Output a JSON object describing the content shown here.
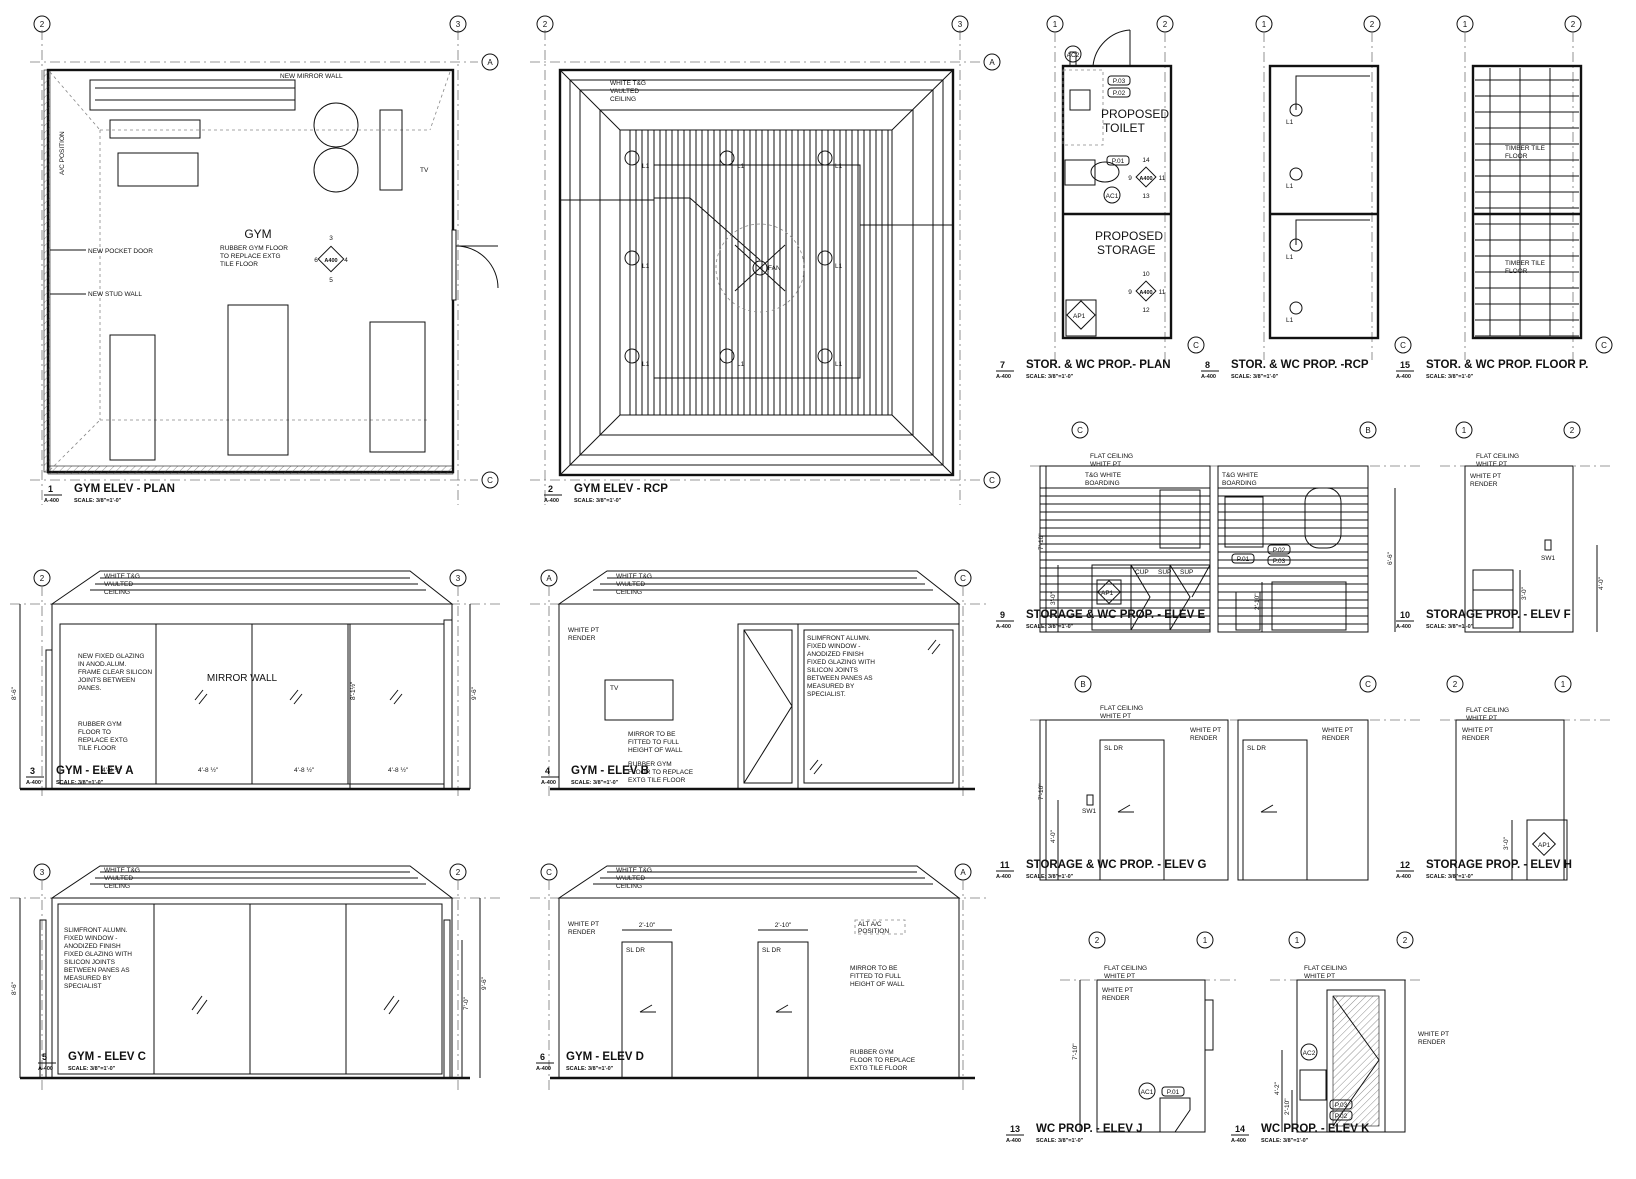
{
  "sheet_ref": "A-400",
  "views": [
    {
      "num": "1",
      "title": "GYM ELEV - PLAN",
      "scale": "SCALE: 3/8\"=1'-0\""
    },
    {
      "num": "2",
      "title": "GYM ELEV - RCP",
      "scale": "SCALE: 3/8\"=1'-0\""
    },
    {
      "num": "3",
      "title": "GYM - ELEV A",
      "scale": "SCALE: 3/8\"=1'-0\""
    },
    {
      "num": "4",
      "title": "GYM - ELEV B",
      "scale": "SCALE: 3/8\"=1'-0\""
    },
    {
      "num": "5",
      "title": "GYM - ELEV C",
      "scale": "SCALE: 3/8\"=1'-0\""
    },
    {
      "num": "6",
      "title": "GYM - ELEV D",
      "scale": "SCALE: 3/8\"=1'-0\""
    },
    {
      "num": "7",
      "title": "STOR. & WC PROP.- PLAN",
      "scale": "SCALE: 3/8\"=1'-0\""
    },
    {
      "num": "8",
      "title": "STOR. & WC PROP. -RCP",
      "scale": "SCALE: 3/8\"=1'-0\""
    },
    {
      "num": "15",
      "title": "STOR. & WC PROP. FLOOR P.",
      "scale": "SCALE: 3/8\"=1'-0\""
    },
    {
      "num": "9",
      "title": "STORAGE & WC PROP. - ELEV E",
      "scale": "SCALE: 3/8\"=1'-0\""
    },
    {
      "num": "10",
      "title": "STORAGE PROP. - ELEV F",
      "scale": "SCALE: 3/8\"=1'-0\""
    },
    {
      "num": "11",
      "title": "STORAGE & WC PROP. - ELEV G",
      "scale": "SCALE: 3/8\"=1'-0\""
    },
    {
      "num": "12",
      "title": "STORAGE PROP. - ELEV H",
      "scale": "SCALE: 3/8\"=1'-0\""
    },
    {
      "num": "13",
      "title": "WC PROP. - ELEV J",
      "scale": "SCALE: 3/8\"=1'-0\""
    },
    {
      "num": "14",
      "title": "WC PROP. - ELEV K",
      "scale": "SCALE: 3/8\"=1'-0\""
    }
  ],
  "grid": {
    "g1": "1",
    "g2": "2",
    "g3": "3",
    "gA": "A",
    "gB": "B",
    "gC": "C"
  },
  "plan": {
    "mirror_wall": "NEW MIRROR WALL",
    "ac_position": "A/C POSITION",
    "pocket_door": "NEW POCKET DOOR",
    "stud_wall": "NEW STUD WALL",
    "room": "GYM",
    "floor_note": [
      "RUBBER GYM FLOOR",
      "TO REPLACE EXTG",
      "TILE FLOOR"
    ],
    "tv": "TV",
    "marker": {
      "top": "3",
      "left": "6",
      "right": "4",
      "bottom": "5",
      "sheet": "A400"
    }
  },
  "rcp": {
    "ceiling": [
      "WHITE T&G",
      "VAULTED",
      "CEILING"
    ],
    "light": "L1",
    "fan": "FAN"
  },
  "elev_a": {
    "ceiling": [
      "WHITE T&G",
      "VAULTED",
      "CEILING"
    ],
    "glazing": [
      "NEW FIXED GLAZING",
      "IN ANOD.ALUM.",
      "FRAME CLEAR SILICON",
      "JOINTS BETWEEN",
      "PANES."
    ],
    "floor": [
      "RUBBER GYM",
      "FLOOR TO",
      "REPLACE EXTG",
      "TILE FLOOR"
    ],
    "mirror": "MIRROR WALL",
    "dim_pane": "4'-8 ½\"",
    "dim_h1": "8'-6\"",
    "dim_h2": "9'-6\"",
    "dim_h3": "8'-1½\""
  },
  "elev_b": {
    "ceiling": [
      "WHITE T&G",
      "VAULTED",
      "CEILING"
    ],
    "render": [
      "WHITE PT",
      "RENDER"
    ],
    "tv": "TV",
    "mirror": [
      "MIRROR TO BE",
      "FITTED TO FULL",
      "HEIGHT OF WALL"
    ],
    "floor": [
      "RUBBER GYM",
      "FLOOR TO REPLACE",
      "EXTG TILE FLOOR"
    ],
    "window": [
      "SLIMFRONT ALUMN.",
      "FIXED WINDOW -",
      "ANODIZED FINISH",
      "FIXED GLAZING WITH",
      "SILICON JOINTS",
      "BETWEEN PANES AS",
      "MEASURED BY",
      "SPECIALIST."
    ]
  },
  "elev_c": {
    "ceiling": [
      "WHITE T&G",
      "VAULTED",
      "CEILING"
    ],
    "window": [
      "SLIMFRONT ALUMN.",
      "FIXED WINDOW -",
      "ANODIZED FINISH",
      "FIXED GLAZING WITH",
      "SILICON JOINTS",
      "BETWEEN PANES AS",
      "MEASURED BY",
      "SPECIALIST"
    ],
    "dim_h1": "8'-6\"",
    "dim_h2": "7'-0\"",
    "dim_h3": "9'-6\""
  },
  "elev_d": {
    "ceiling": [
      "WHITE T&G",
      "VAULTED",
      "CEILING"
    ],
    "render": [
      "WHITE PT",
      "RENDER"
    ],
    "door_w": "2'-10\"",
    "door": "SL DR",
    "ac": [
      "ALT A/C",
      "POSITION"
    ],
    "mirror": [
      "MIRROR TO BE",
      "FITTED TO FULL",
      "HEIGHT OF WALL"
    ],
    "floor": [
      "RUBBER GYM",
      "FLOOR TO REPLACE",
      "EXTG TILE FLOOR"
    ]
  },
  "wc_plan": {
    "toilet": [
      "PROPOSED",
      "TOILET"
    ],
    "storage": [
      "PROPOSED",
      "STORAGE"
    ],
    "p01": "P.01",
    "p02": "P.02",
    "p03": "P.03",
    "ac1": "AC1",
    "ac2": "AC2",
    "ap1": "AP1",
    "m1": {
      "top": "14",
      "left": "9",
      "right": "11",
      "bottom": "13",
      "sheet": "A400"
    },
    "m2": {
      "top": "10",
      "left": "9",
      "right": "11",
      "bottom": "12",
      "sheet": "A400"
    }
  },
  "wc_rcp": {
    "light": "L1"
  },
  "wc_floor": {
    "timber1": [
      "TIMBER TILE",
      "FLOOR"
    ],
    "timber2": [
      "TIMBER TILE",
      "FLOOR"
    ]
  },
  "elev_e": {
    "ceiling": [
      "FLAT CEILING",
      "WHITE PT"
    ],
    "boarding": [
      "T&G WHITE",
      "BOARDING"
    ],
    "cup": "CUP",
    "sup": "SUP",
    "ap1": "AP1",
    "p01": "P.01",
    "p02": "P.02",
    "p03": "P.03",
    "dim1": "7'-10\"",
    "dim2": "3'-0\"",
    "dim3": "2'-10\"",
    "dim4": "6'-6\""
  },
  "elev_f": {
    "ceiling": [
      "FLAT CEILING",
      "WHITE PT"
    ],
    "render": [
      "WHITE PT",
      "RENDER"
    ],
    "sw": "SW1",
    "dim1": "3'-0\"",
    "dim2": "4'-0\""
  },
  "elev_g": {
    "ceiling": [
      "FLAT CEILING",
      "WHITE PT"
    ],
    "render": [
      "WHITE PT",
      "RENDER"
    ],
    "door": "SL DR",
    "sw": "SW1",
    "dim1": "7'-10\"",
    "dim2": "4'-0\""
  },
  "elev_h": {
    "ceiling": [
      "FLAT CEILING",
      "WHITE PT"
    ],
    "render": [
      "WHITE PT",
      "RENDER"
    ],
    "ap1": "AP1",
    "dim1": "3'-0\""
  },
  "elev_j": {
    "ceiling": [
      "FLAT CEILING",
      "WHITE PT"
    ],
    "render": [
      "WHITE PT",
      "RENDER"
    ],
    "ac1": "AC1",
    "p01": "P.01",
    "dim1": "7'-10\""
  },
  "elev_k": {
    "ceiling": [
      "FLAT CEILING",
      "WHITE PT"
    ],
    "render": [
      "WHITE PT",
      "RENDER"
    ],
    "ac2": "AC2",
    "p02": "P.02",
    "p03": "P.03",
    "dim1": "4'-2\"",
    "dim2": "2'-10\""
  }
}
